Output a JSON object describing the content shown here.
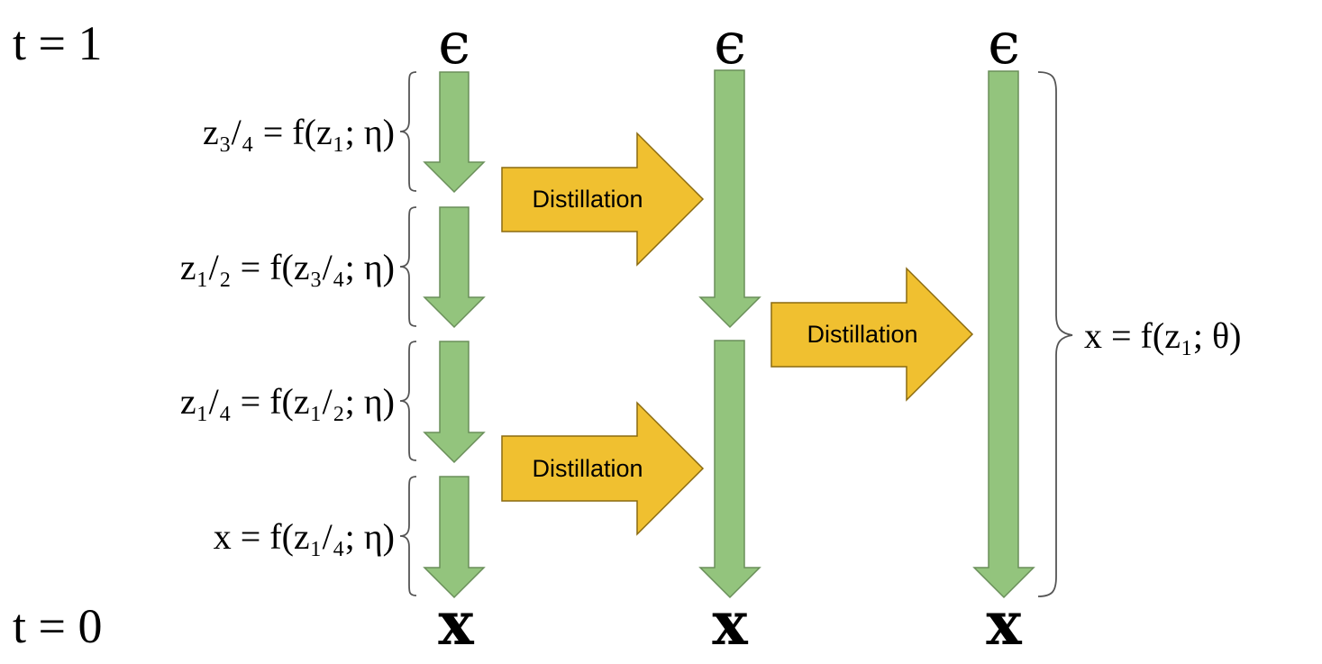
{
  "time_labels": {
    "top": "t = 1",
    "bottom": "t = 0"
  },
  "column_top_symbol": "ϵ",
  "column_bottom_symbol": "x",
  "step_labels": [
    "z₃/₄ = f(z₁; η)",
    "z₁/₂ = f(z₃/₄; η)",
    "z₁/₄ = f(z₁/₂; η)",
    "x = f(z₁/₄; η)"
  ],
  "final_label": "x = f(z₁; θ)",
  "distillation_label": "Distillation",
  "colors": {
    "step_arrow_fill": "#93c47d",
    "step_arrow_stroke": "#6a8f5a",
    "distill_fill": "#f0c030",
    "distill_stroke": "#8a6a10",
    "brace": "#555555"
  }
}
